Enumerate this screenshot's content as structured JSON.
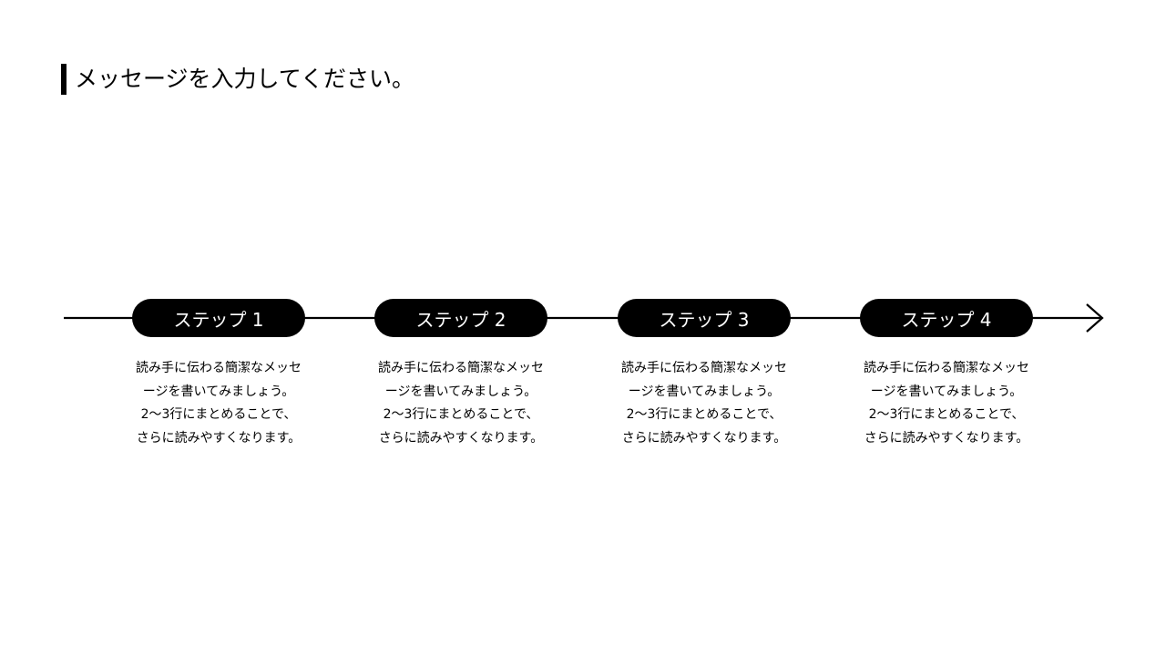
{
  "title": "メッセージを入力してください。",
  "colors": {
    "accent": "#000000",
    "background": "#ffffff",
    "pill_text": "#ffffff"
  },
  "steps": [
    {
      "label": "ステップ 1",
      "lines": [
        "読み手に伝わる簡潔なメッセ",
        "ージを書いてみましょう。",
        "2〜3行にまとめることで、",
        "さらに読みやすくなります。"
      ]
    },
    {
      "label": "ステップ 2",
      "lines": [
        "読み手に伝わる簡潔なメッセ",
        "ージを書いてみましょう。",
        "2〜3行にまとめることで、",
        "さらに読みやすくなります。"
      ]
    },
    {
      "label": "ステップ 3",
      "lines": [
        "読み手に伝わる簡潔なメッセ",
        "ージを書いてみましょう。",
        "2〜3行にまとめることで、",
        "さらに読みやすくなります。"
      ]
    },
    {
      "label": "ステップ 4",
      "lines": [
        "読み手に伝わる簡潔なメッセ",
        "ージを書いてみましょう。",
        "2〜3行にまとめることで、",
        "さらに読みやすくなります。"
      ]
    }
  ]
}
